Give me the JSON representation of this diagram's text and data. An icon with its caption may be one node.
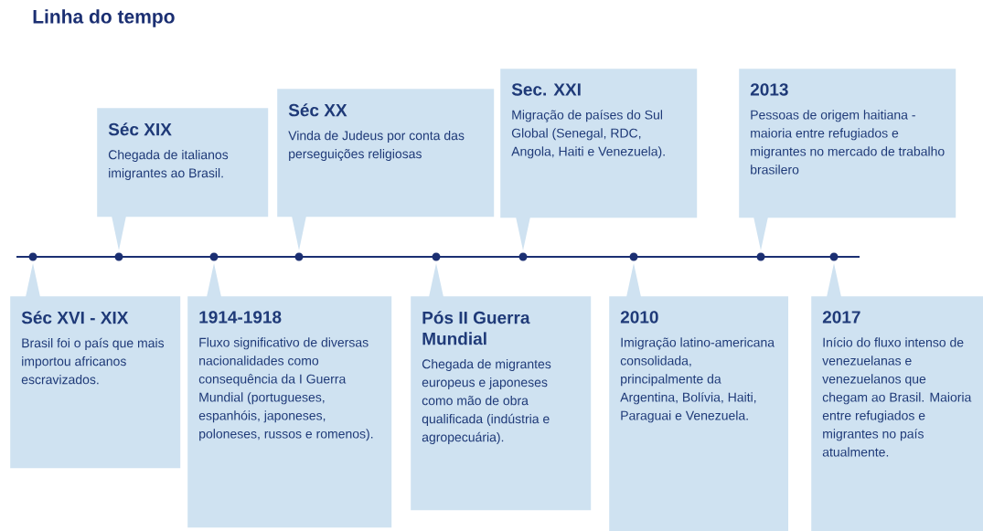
{
  "diagram": {
    "title": "Linha do tempo",
    "nodes": [
      {
        "text": [
          "Séc XVI - XIX",
          "Brasil foi o país que mais importou africanos escravizados."
        ]
      },
      {
        "text": [
          "Séc XIX",
          "Chegada de italianos imigrantes ao Brasil."
        ]
      },
      {
        "text": [
          "1914-1918",
          "Fluxo significativo de diversas nacionalidades como consequência da I Guerra Mundial (portugueses, espanhóis, japoneses, poloneses, russos e romenos)."
        ]
      },
      {
        "text": [
          "Séc XX",
          "Vinda de Judeus por conta das perseguições religiosas"
        ]
      },
      {
        "text": [
          "Pós II Guerra Mundial",
          "Chegada de migrantes europeus e japoneses como mão de obra qualificada (indústria e agropecuária)."
        ]
      },
      {
        "text": [
          "Sec. XXI",
          "Migração de países do Sul Global (Senegal, RDC, Angola, Haiti e Venezuela)."
        ]
      },
      {
        "text": [
          "2010",
          "Imigração latino-americana consolidada, principalmente da Argentina, Bolívia, Haiti, Paraguai e Venezuela."
        ]
      },
      {
        "text": [
          "2013",
          "Pessoas de origem haitiana - maioria entre refugiados e migrantes no mercado de trabalho brasilero"
        ]
      },
      {
        "text": [
          "2017",
          "Início do fluxo intenso de venezuelanas e venezuelanos que chegam ao Brasil. Maioria entre refugiados e migrantes no país atualmente."
        ]
      }
    ]
  }
}
